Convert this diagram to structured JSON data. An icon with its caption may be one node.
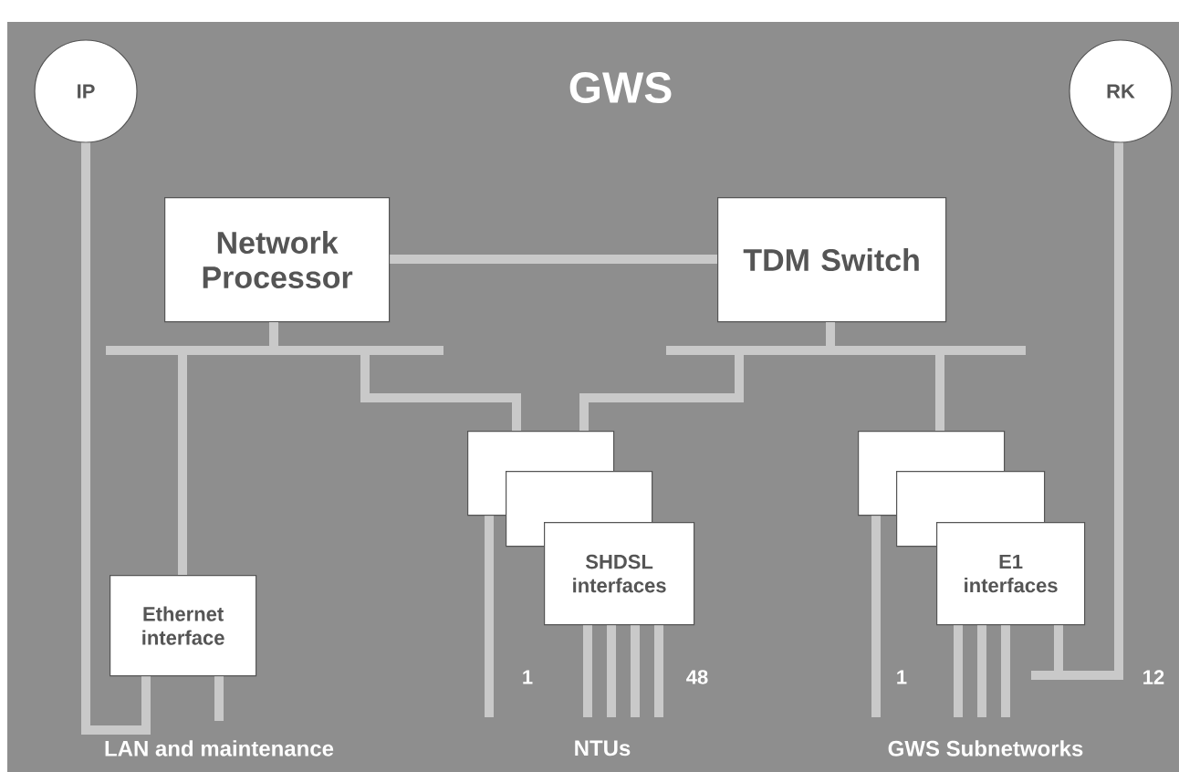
{
  "diagram": {
    "title": "GWS",
    "nodes": [
      {
        "text": [
          "IP"
        ]
      },
      {
        "text": [
          "RK"
        ]
      },
      {
        "text": [
          "Network Processor"
        ]
      },
      {
        "text": [
          "TDM Switch"
        ]
      },
      {
        "text": [],
        "shape": "box"
      },
      {
        "text": [],
        "shape": "box"
      },
      {
        "text": [
          "SHDSL interfaces"
        ]
      },
      {
        "text": [],
        "shape": "box"
      },
      {
        "text": [],
        "shape": "box"
      },
      {
        "text": [
          "E1 interfaces"
        ]
      },
      {
        "text": [
          "Ethernet interface"
        ]
      }
    ],
    "edges": [
      {
        "from": 2,
        "to": 3,
        "arrow": "none"
      },
      {
        "from": 2,
        "to": 10,
        "arrow": "none"
      },
      {
        "from": 2,
        "to": 4,
        "arrow": "none"
      },
      {
        "from": 3,
        "to": 4,
        "arrow": "none"
      },
      {
        "from": 3,
        "to": 7,
        "arrow": "none"
      },
      {
        "from": 0,
        "to": 10,
        "arrow": "none"
      },
      {
        "from": 1,
        "to": 9,
        "arrow": "none"
      },
      {
        "from": 10,
        "to": null,
        "arrow": "none"
      },
      {
        "from": 4,
        "to": null,
        "arrow": "none"
      },
      {
        "from": 6,
        "to": null,
        "arrow": "none"
      },
      {
        "from": 6,
        "to": null,
        "arrow": "none"
      },
      {
        "from": 6,
        "to": null,
        "arrow": "none"
      },
      {
        "from": 6,
        "to": null,
        "arrow": "none"
      },
      {
        "from": 7,
        "to": null,
        "arrow": "none"
      },
      {
        "from": 9,
        "to": null,
        "arrow": "none"
      },
      {
        "from": 9,
        "to": null,
        "arrow": "none"
      },
      {
        "from": 9,
        "to": null,
        "arrow": "none"
      }
    ],
    "labels": [
      "1",
      "48",
      "1",
      "12",
      "LAN and maintenance",
      "NTUs",
      "GWS Subnetworks"
    ]
  }
}
